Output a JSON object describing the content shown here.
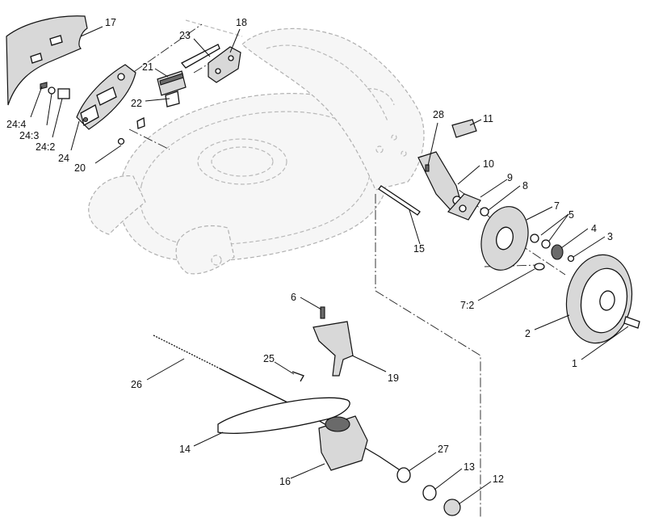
{
  "callouts": [
    {
      "id": "c17",
      "label": "17"
    },
    {
      "id": "c18",
      "label": "18"
    },
    {
      "id": "c23",
      "label": "23"
    },
    {
      "id": "c21",
      "label": "21"
    },
    {
      "id": "c22",
      "label": "22"
    },
    {
      "id": "c24-4",
      "label": "24:4"
    },
    {
      "id": "c24-3",
      "label": "24:3"
    },
    {
      "id": "c24-2",
      "label": "24:2"
    },
    {
      "id": "c24",
      "label": "24"
    },
    {
      "id": "c20",
      "label": "20"
    },
    {
      "id": "c28",
      "label": "28"
    },
    {
      "id": "c11",
      "label": "11"
    },
    {
      "id": "c10",
      "label": "10"
    },
    {
      "id": "c9",
      "label": "9"
    },
    {
      "id": "c8",
      "label": "8"
    },
    {
      "id": "c7",
      "label": "7"
    },
    {
      "id": "c5",
      "label": "5"
    },
    {
      "id": "c4",
      "label": "4"
    },
    {
      "id": "c3",
      "label": "3"
    },
    {
      "id": "c15",
      "label": "15"
    },
    {
      "id": "c7-2",
      "label": "7:2"
    },
    {
      "id": "c2",
      "label": "2"
    },
    {
      "id": "c1",
      "label": "1"
    },
    {
      "id": "c6",
      "label": "6"
    },
    {
      "id": "c19",
      "label": "19"
    },
    {
      "id": "c25",
      "label": "25"
    },
    {
      "id": "c26",
      "label": "26"
    },
    {
      "id": "c14",
      "label": "14"
    },
    {
      "id": "c16",
      "label": "16"
    },
    {
      "id": "c27",
      "label": "27"
    },
    {
      "id": "c13",
      "label": "13"
    },
    {
      "id": "c12",
      "label": "12"
    }
  ]
}
